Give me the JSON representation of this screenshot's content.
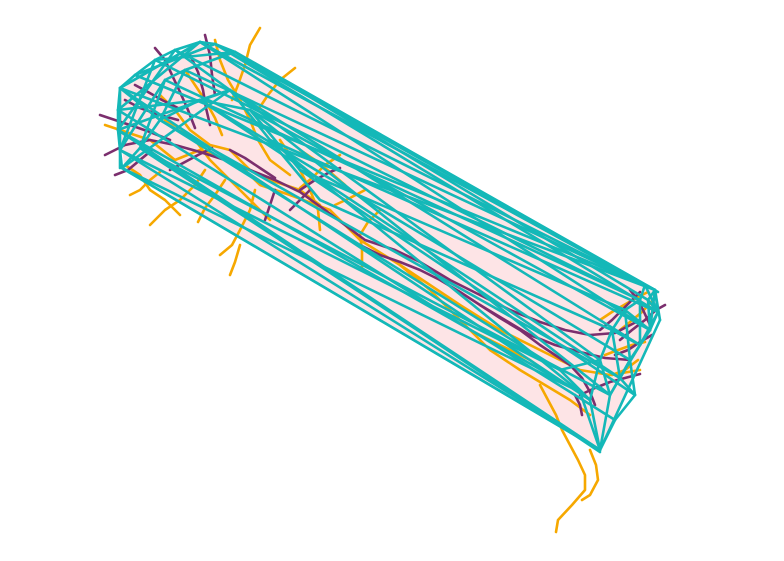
{
  "figure": {
    "colors": {
      "background": "#ffffff",
      "hull_fill": "#fde4e6",
      "hull_edges": "#14b8b8",
      "trace_purple": "#7b2f6e",
      "trace_orange": "#f6a800"
    },
    "layers": [
      "convex-hull",
      "orange-traces",
      "purple-traces"
    ]
  }
}
